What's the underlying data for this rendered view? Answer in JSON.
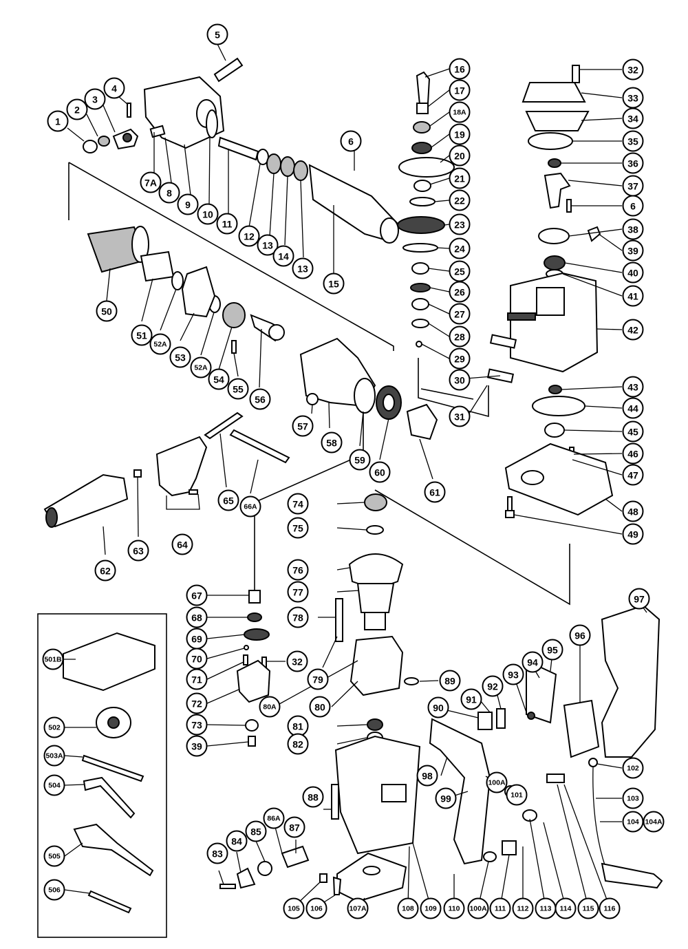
{
  "callouts": [
    {
      "id": "c1",
      "label": "1"
    },
    {
      "id": "c2",
      "label": "2"
    },
    {
      "id": "c3",
      "label": "3"
    },
    {
      "id": "c4",
      "label": "4"
    },
    {
      "id": "c5",
      "label": "5"
    },
    {
      "id": "c6a",
      "label": "6"
    },
    {
      "id": "c7A",
      "label": "7A"
    },
    {
      "id": "c8",
      "label": "8"
    },
    {
      "id": "c9",
      "label": "9"
    },
    {
      "id": "c10",
      "label": "10"
    },
    {
      "id": "c11",
      "label": "11"
    },
    {
      "id": "c12",
      "label": "12"
    },
    {
      "id": "c13a",
      "label": "13"
    },
    {
      "id": "c14",
      "label": "14"
    },
    {
      "id": "c13b",
      "label": "13"
    },
    {
      "id": "c15",
      "label": "15"
    },
    {
      "id": "c16",
      "label": "16"
    },
    {
      "id": "c17",
      "label": "17"
    },
    {
      "id": "c18A",
      "label": "18A"
    },
    {
      "id": "c19",
      "label": "19"
    },
    {
      "id": "c20",
      "label": "20"
    },
    {
      "id": "c21",
      "label": "21"
    },
    {
      "id": "c22",
      "label": "22"
    },
    {
      "id": "c23",
      "label": "23"
    },
    {
      "id": "c24",
      "label": "24"
    },
    {
      "id": "c25",
      "label": "25"
    },
    {
      "id": "c26",
      "label": "26"
    },
    {
      "id": "c27",
      "label": "27"
    },
    {
      "id": "c28",
      "label": "28"
    },
    {
      "id": "c29",
      "label": "29"
    },
    {
      "id": "c30",
      "label": "30"
    },
    {
      "id": "c31",
      "label": "31"
    },
    {
      "id": "c32a",
      "label": "32"
    },
    {
      "id": "c33",
      "label": "33"
    },
    {
      "id": "c34",
      "label": "34"
    },
    {
      "id": "c35",
      "label": "35"
    },
    {
      "id": "c36",
      "label": "36"
    },
    {
      "id": "c37",
      "label": "37"
    },
    {
      "id": "c6b",
      "label": "6"
    },
    {
      "id": "c38",
      "label": "38"
    },
    {
      "id": "c39a",
      "label": "39"
    },
    {
      "id": "c40",
      "label": "40"
    },
    {
      "id": "c41",
      "label": "41"
    },
    {
      "id": "c42",
      "label": "42"
    },
    {
      "id": "c43",
      "label": "43"
    },
    {
      "id": "c44",
      "label": "44"
    },
    {
      "id": "c45",
      "label": "45"
    },
    {
      "id": "c46",
      "label": "46"
    },
    {
      "id": "c47",
      "label": "47"
    },
    {
      "id": "c48",
      "label": "48"
    },
    {
      "id": "c49",
      "label": "49"
    },
    {
      "id": "c50",
      "label": "50"
    },
    {
      "id": "c51",
      "label": "51"
    },
    {
      "id": "c52Aa",
      "label": "52A"
    },
    {
      "id": "c53",
      "label": "53"
    },
    {
      "id": "c52Ab",
      "label": "52A"
    },
    {
      "id": "c54",
      "label": "54"
    },
    {
      "id": "c55",
      "label": "55"
    },
    {
      "id": "c56",
      "label": "56"
    },
    {
      "id": "c57",
      "label": "57"
    },
    {
      "id": "c58",
      "label": "58"
    },
    {
      "id": "c59",
      "label": "59"
    },
    {
      "id": "c60",
      "label": "60"
    },
    {
      "id": "c61",
      "label": "61"
    },
    {
      "id": "c62",
      "label": "62"
    },
    {
      "id": "c63",
      "label": "63"
    },
    {
      "id": "c64",
      "label": "64"
    },
    {
      "id": "c65",
      "label": "65"
    },
    {
      "id": "c66A",
      "label": "66A"
    },
    {
      "id": "c67",
      "label": "67"
    },
    {
      "id": "c68",
      "label": "68"
    },
    {
      "id": "c69",
      "label": "69"
    },
    {
      "id": "c70",
      "label": "70"
    },
    {
      "id": "c71",
      "label": "71"
    },
    {
      "id": "c72",
      "label": "72"
    },
    {
      "id": "c73",
      "label": "73"
    },
    {
      "id": "c39b",
      "label": "39"
    },
    {
      "id": "c74",
      "label": "74"
    },
    {
      "id": "c75",
      "label": "75"
    },
    {
      "id": "c76",
      "label": "76"
    },
    {
      "id": "c77",
      "label": "77"
    },
    {
      "id": "c78",
      "label": "78"
    },
    {
      "id": "c32b",
      "label": "32"
    },
    {
      "id": "c79",
      "label": "79"
    },
    {
      "id": "c80A",
      "label": "80A"
    },
    {
      "id": "c80",
      "label": "80"
    },
    {
      "id": "c81",
      "label": "81"
    },
    {
      "id": "c82",
      "label": "82"
    },
    {
      "id": "c89",
      "label": "89"
    },
    {
      "id": "c90",
      "label": "90"
    },
    {
      "id": "c91",
      "label": "91"
    },
    {
      "id": "c92",
      "label": "92"
    },
    {
      "id": "c93",
      "label": "93"
    },
    {
      "id": "c94",
      "label": "94"
    },
    {
      "id": "c95",
      "label": "95"
    },
    {
      "id": "c96",
      "label": "96"
    },
    {
      "id": "c97",
      "label": "97"
    },
    {
      "id": "c98",
      "label": "98"
    },
    {
      "id": "c99",
      "label": "99"
    },
    {
      "id": "c100Aa",
      "label": "100A"
    },
    {
      "id": "c101",
      "label": "101"
    },
    {
      "id": "c102",
      "label": "102"
    },
    {
      "id": "c103",
      "label": "103"
    },
    {
      "id": "c104",
      "label": "104"
    },
    {
      "id": "c104A",
      "label": "104A"
    },
    {
      "id": "c88",
      "label": "88"
    },
    {
      "id": "c87",
      "label": "87"
    },
    {
      "id": "c86A",
      "label": "86A"
    },
    {
      "id": "c85",
      "label": "85"
    },
    {
      "id": "c84",
      "label": "84"
    },
    {
      "id": "c83",
      "label": "83"
    },
    {
      "id": "c105",
      "label": "105"
    },
    {
      "id": "c106",
      "label": "106"
    },
    {
      "id": "c107A",
      "label": "107A"
    },
    {
      "id": "c108",
      "label": "108"
    },
    {
      "id": "c109",
      "label": "109"
    },
    {
      "id": "c110",
      "label": "110"
    },
    {
      "id": "c100Ab",
      "label": "100A"
    },
    {
      "id": "c111",
      "label": "111"
    },
    {
      "id": "c112",
      "label": "112"
    },
    {
      "id": "c113",
      "label": "113"
    },
    {
      "id": "c114",
      "label": "114"
    },
    {
      "id": "c115",
      "label": "115"
    },
    {
      "id": "c116",
      "label": "116"
    },
    {
      "id": "c501B",
      "label": "501B"
    },
    {
      "id": "c502",
      "label": "502"
    },
    {
      "id": "c503A",
      "label": "503A"
    },
    {
      "id": "c504",
      "label": "504"
    },
    {
      "id": "c505",
      "label": "505"
    },
    {
      "id": "c506",
      "label": "506"
    }
  ],
  "colors": {
    "ink": "#000000",
    "paper": "#ffffff",
    "shade": "#444444",
    "mid": "#bdbdbd"
  }
}
